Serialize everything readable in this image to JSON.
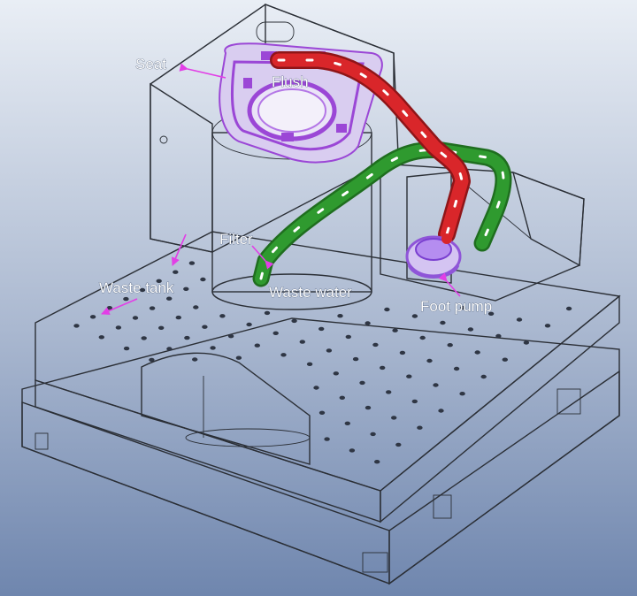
{
  "labels": {
    "seat": "Seat",
    "flush": "Flush",
    "filter": "Filter",
    "waste_water": "Waste water",
    "waste_tank": "Waste tank",
    "foot_pump": "Foot pump"
  },
  "colors": {
    "background_top": "#e9eef5",
    "background_bottom": "#6f86ae",
    "flush_pipe": "#d9262a",
    "waste_pipe": "#2f9a2f",
    "seat_part": "#9b47d6",
    "pump_part": "#8f55d8",
    "annotation_arrow": "#e23fe6"
  }
}
